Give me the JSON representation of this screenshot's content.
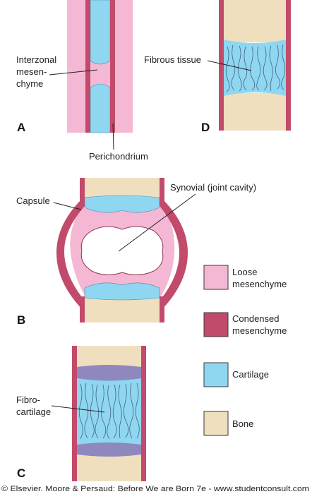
{
  "panels": {
    "a": {
      "letter": "A",
      "label_interzonal": [
        "Interzonal",
        "mesen-",
        "chyme"
      ],
      "label_perichondrium": "Perichondrium"
    },
    "b": {
      "letter": "B",
      "label_capsule": "Capsule",
      "label_synovial": "Synovial (joint cavity)"
    },
    "c": {
      "letter": "C",
      "label_fibrocartilage": [
        "Fibro-",
        "cartilage"
      ]
    },
    "d": {
      "letter": "D",
      "label_fibrous": "Fibrous tissue"
    }
  },
  "legend": [
    {
      "label": [
        "Loose",
        "mesenchyme"
      ],
      "color": "#f4b8d4"
    },
    {
      "label": [
        "Condensed",
        "mesenchyme"
      ],
      "color": "#c24a6a"
    },
    {
      "label": [
        "Cartilage"
      ],
      "color": "#8fd6f0"
    },
    {
      "label": [
        "Bone"
      ],
      "color": "#efdfbe"
    }
  ],
  "copyright": "© Elsevier. Moore & Persaud: Before We are Born 7e - www.studentconsult.com",
  "colors": {
    "loose_mesenchyme": "#f4b8d4",
    "condensed_mesenchyme": "#c24a6a",
    "cartilage": "#8fd6f0",
    "bone": "#efdfbe",
    "fibrocartilage_disc": "#8f88be",
    "outline": "#7a1d36"
  }
}
